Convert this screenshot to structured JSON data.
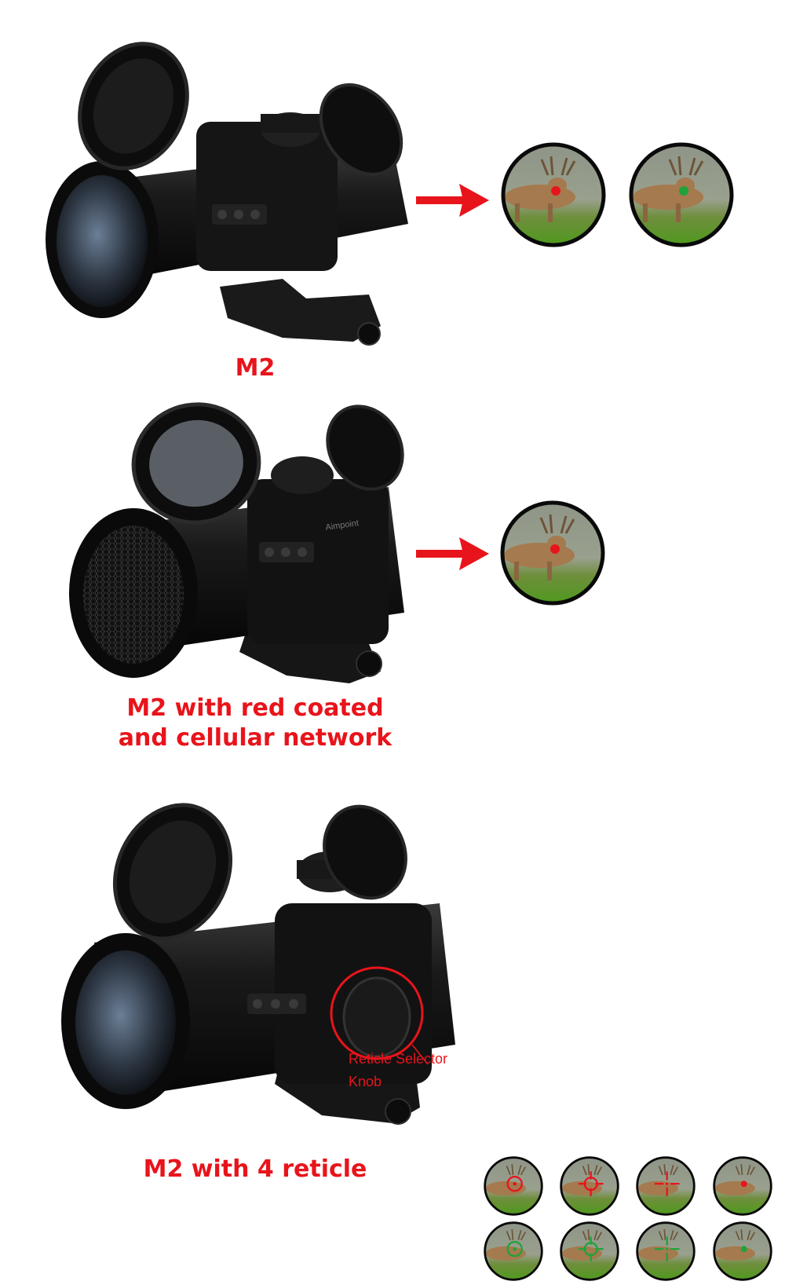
{
  "accent_color": "#e8141b",
  "sections": [
    {
      "caption": "M2",
      "views": [
        {
          "dot": "red"
        },
        {
          "dot": "green"
        }
      ]
    },
    {
      "caption": "M2 with red coated\nand cellular network",
      "views": [
        {
          "dot": "red"
        }
      ]
    },
    {
      "caption": "M2 with 4 reticle",
      "annotation": "Reticle Selector\nKnob",
      "views": [
        {
          "color": "red",
          "reticle": "circle-dot"
        },
        {
          "color": "red",
          "reticle": "crosshair-circle"
        },
        {
          "color": "red",
          "reticle": "crosshair-open"
        },
        {
          "color": "red",
          "reticle": "dot"
        },
        {
          "color": "green",
          "reticle": "circle-dot"
        },
        {
          "color": "green",
          "reticle": "crosshair-circle"
        },
        {
          "color": "green",
          "reticle": "crosshair-open"
        },
        {
          "color": "green",
          "reticle": "dot"
        }
      ]
    }
  ]
}
